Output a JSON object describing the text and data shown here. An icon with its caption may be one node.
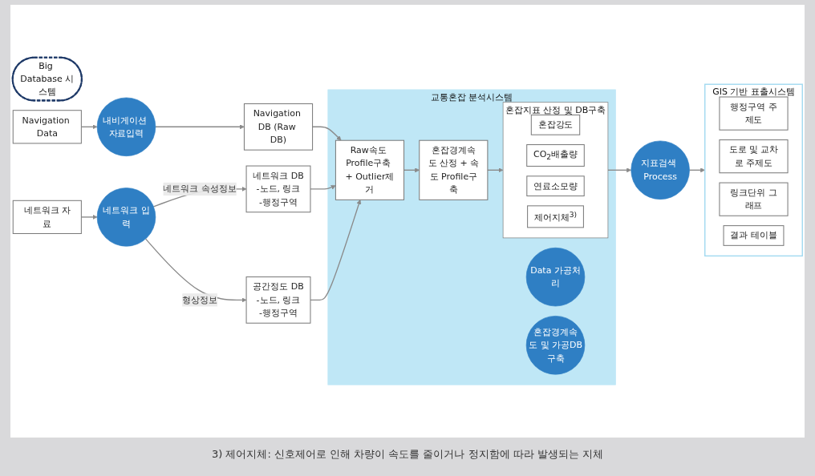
{
  "diagram": {
    "caption": "3) 제어지체: 신호제어로 인해 차량이 속도를 줄이거나 정지함에 따라 발생되는 지체",
    "nodes": [
      {
        "text": [
          "Big Database 시스템"
        ]
      },
      {
        "text": [
          "Navigation Data"
        ]
      },
      {
        "text": [
          "내비게이션 자료입력"
        ]
      },
      {
        "text": [
          "네트워크 입력"
        ]
      },
      {
        "text": [
          "네트워크 자료"
        ]
      },
      {
        "text": [
          "Navigation DB (Raw DB)"
        ]
      },
      {
        "text": [
          "네트워크 DB",
          "-노드, 링크",
          "-행정구역"
        ]
      },
      {
        "text": [
          "공간정도 DB",
          "-노드, 링크",
          "-행정구역"
        ]
      },
      {
        "text": [
          "교통혼잡 분석시스템"
        ]
      },
      {
        "text": [
          "Data 가공처리"
        ],
        "in": 8
      },
      {
        "text": [
          "혼잡경계속도 및 가공DB구축"
        ],
        "in": 8
      },
      {
        "text": [
          "Raw속도 Profile구축 + Outlier제거"
        ],
        "in": 8
      },
      {
        "text": [
          "혼잡경계속도 산정 + 속도 Profile구축"
        ],
        "in": 8
      },
      {
        "text": [
          "혼잡지표 산정 및 DB구축"
        ],
        "in": 8
      },
      {
        "text": [
          "혼잡강도"
        ],
        "in": 13
      },
      {
        "text": [
          "CO$_{2}$배출량"
        ],
        "in": 13
      },
      {
        "text": [
          "연료소모량"
        ],
        "in": 13
      },
      {
        "text": [
          "제어지체$^{3)}$"
        ],
        "in": 13
      },
      {
        "text": [
          "지표검색 Process"
        ]
      },
      {
        "text": [
          "GIS 기반 표출시스템"
        ]
      },
      {
        "text": [
          "행정구역 주제도"
        ],
        "in": 19
      },
      {
        "text": [
          "도로 및 교차로 주제도"
        ],
        "in": 19
      },
      {
        "text": [
          "링크단위 그래프"
        ],
        "in": 19
      },
      {
        "text": [
          "결과 테이블"
        ],
        "in": 19
      }
    ],
    "edges": [
      {
        "from": 1,
        "to": 2,
        "arrow": "to"
      },
      {
        "from": 2,
        "to": 5,
        "arrow": "to"
      },
      {
        "from": 4,
        "to": 3,
        "arrow": "to"
      },
      {
        "from": 3,
        "to": 6,
        "arrow": "to",
        "label": "네트워크 속성정보"
      },
      {
        "from": 3,
        "to": 7,
        "arrow": "to",
        "label": "형상정보"
      },
      {
        "from": 5,
        "to": 11,
        "arrow": "to"
      },
      {
        "from": 6,
        "to": 11,
        "arrow": "to"
      },
      {
        "from": 7,
        "to": 11,
        "arrow": "to"
      },
      {
        "from": 11,
        "to": 12,
        "arrow": "to"
      },
      {
        "from": 12,
        "to": 13,
        "arrow": "to"
      },
      {
        "from": 13,
        "to": 18,
        "arrow": "to"
      },
      {
        "from": 18,
        "to": 19,
        "arrow": "to"
      }
    ]
  }
}
